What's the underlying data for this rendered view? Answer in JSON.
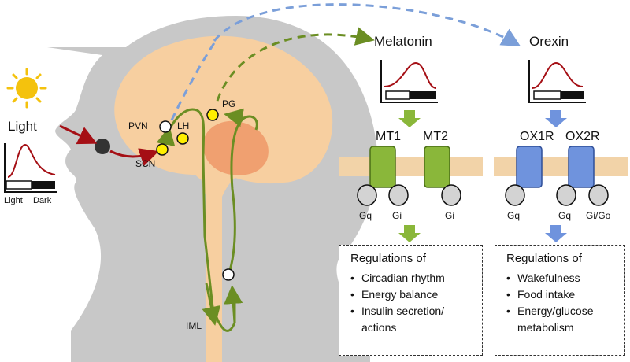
{
  "labels": {
    "light": "Light",
    "light_axis": "Light",
    "dark_axis": "Dark",
    "scn": "SCN",
    "pvn": "PVN",
    "lh": "LH",
    "pg": "PG",
    "iml": "IML"
  },
  "melatonin": {
    "title": "Melatonin",
    "receptors": [
      "MT1",
      "MT2"
    ],
    "gproteins": [
      "Gq",
      "Gi",
      "Gi"
    ],
    "regulation": {
      "title": "Regulations of",
      "items": [
        "Circadian rhythm",
        "Energy balance",
        "Insulin secretion/",
        "actions"
      ]
    }
  },
  "orexin": {
    "title": "Orexin",
    "receptors": [
      "OX1R",
      "OX2R"
    ],
    "gproteins": [
      "Gq",
      "Gq",
      "Gi/Go"
    ],
    "regulation": {
      "title": "Regulations of",
      "items": [
        "Wakefulness",
        "Food intake",
        "Energy/glucose",
        "metabolism"
      ]
    }
  },
  "colors": {
    "head": "#c8c8c8",
    "brain": "#f7cfa0",
    "pineal": "#f0a070",
    "spine": "#f7cfa0",
    "sun": "#f4c20d",
    "red": "#a50f15",
    "green": "#6b8e23",
    "green_fill": "#8ab73a",
    "blue": "#7b9fd9",
    "blue_fill": "#6f93dd",
    "membrane": "#f2d3a8",
    "gprotein": "#d3d3d3",
    "node_yellow": "#ffee00"
  }
}
